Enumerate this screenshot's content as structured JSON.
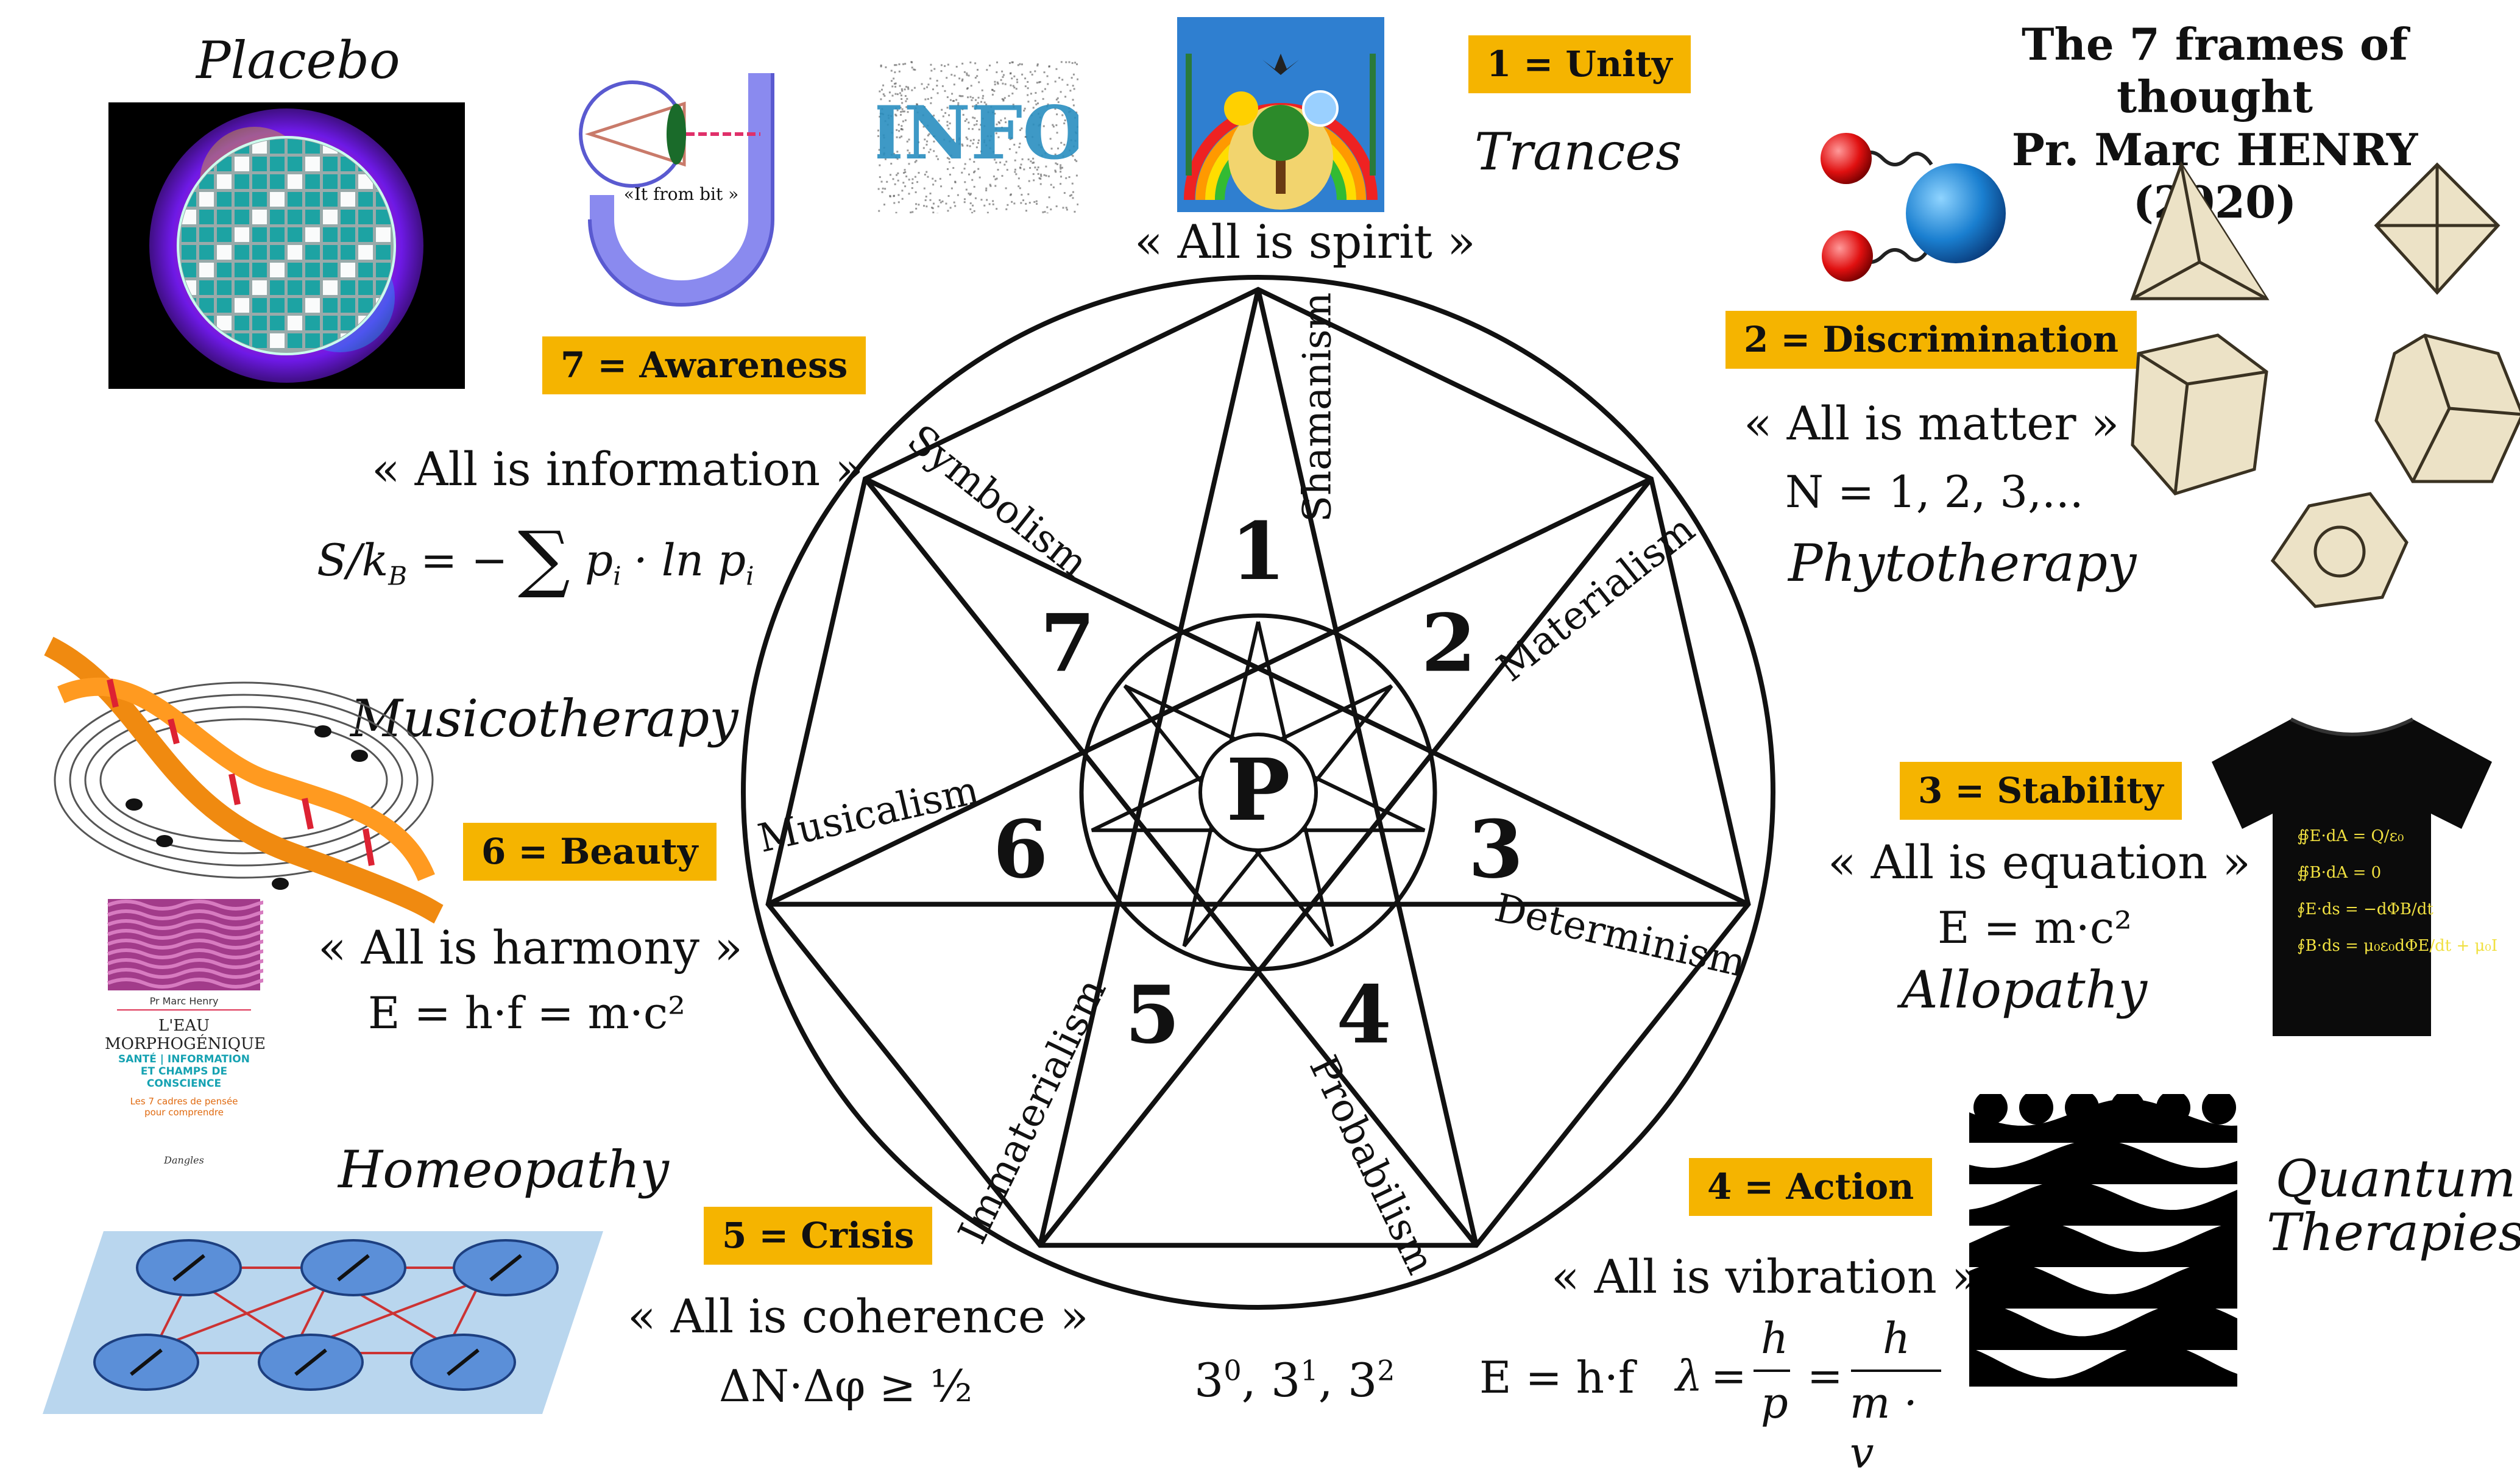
{
  "title_line1": "The 7 frames of thought",
  "title_line2": "Pr. Marc HENRY (2020)",
  "center_label": "P",
  "frames": [
    {
      "number": "1",
      "badge": "1 = Unity",
      "quote": "« All is spirit »",
      "ism": "Shamanism",
      "therapy": "Trances"
    },
    {
      "number": "2",
      "badge": "2 = Discrimination",
      "quote": "« All is matter »",
      "ism": "Materialism",
      "formula": "N = 1, 2, 3,...",
      "therapy": "Phytotherapy"
    },
    {
      "number": "3",
      "badge": "3 = Stability",
      "quote": "« All is equation »",
      "ism": "Determinism",
      "formula": "E = m·c²",
      "therapy": "Allopathy"
    },
    {
      "number": "4",
      "badge": "4 = Action",
      "quote": "« All is vibration »",
      "ism": "Probabilism",
      "formula": "E = h·f",
      "therapy_line1": "Quantum",
      "therapy_line2": "Therapies"
    },
    {
      "number": "5",
      "badge": "5 = Crisis",
      "quote": "« All is coherence »",
      "ism": "Immaterialism",
      "formula": "ΔN·Δφ ≥ ½",
      "therapy": "Homeopathy"
    },
    {
      "number": "6",
      "badge": "6 = Beauty",
      "quote": "« All is harmony »",
      "ism": "Musicalism",
      "formula": "E = h·f = m·c²",
      "therapy": "Musicotherapy"
    },
    {
      "number": "7",
      "badge": "7 = Awareness",
      "quote": "« All is information »",
      "ism": "Symbolism",
      "therapy": "Placebo"
    }
  ],
  "powers": {
    "base": "3",
    "exp": [
      "0",
      "1",
      "2"
    ]
  },
  "wavelength": {
    "lambda": "λ",
    "h": "h",
    "p": "p",
    "mv": "m · v"
  },
  "entropy": {
    "lhs": "S/k",
    "sub": "B",
    "rhs_sum": "∑",
    "term": "p",
    "term_sub": "i",
    "ln": "· ln p",
    "ln_sub": "i",
    "eq": "= −"
  },
  "wheeler": {
    "caption": "«It from bit »"
  },
  "info_logo": "INFO",
  "book": {
    "author": "Pr Marc Henry",
    "line1": "L'EAU",
    "line2": "MORPHOGÉNIQUE",
    "line3a": "SANTÉ",
    "line3b": "INFORMATION",
    "line4a": "ET CHAMPS",
    "line4b": "DE CONSCIENCE",
    "line5": "Les 7 cadres de pensée",
    "line6": "pour comprendre",
    "publisher": "Dangles"
  },
  "tshirt_formulas": [
    "∯E·dA = Q/ε₀",
    "∯B·dA = 0",
    "∮E·ds = −dΦB/dt",
    "∮B·ds = μ₀ε₀dΦE/dt + μ₀I"
  ],
  "colors": {
    "badge": "#f5b400",
    "ink": "#111111",
    "dna": "#f08a10"
  }
}
